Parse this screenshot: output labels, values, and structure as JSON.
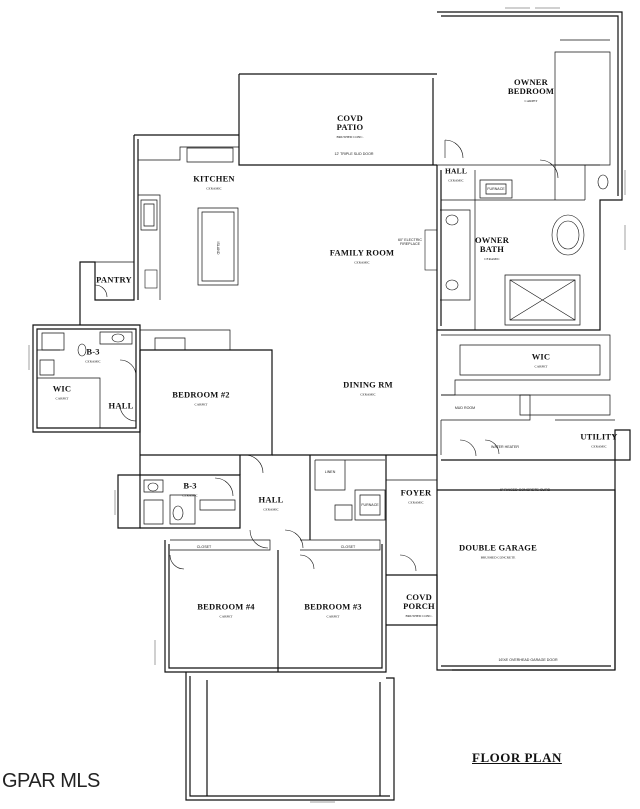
{
  "plan_title": "FLOOR PLAN",
  "watermark": "GPAR MLS",
  "rooms": {
    "owner_bedroom": {
      "name": "OWNER\nBEDROOM",
      "sub": "CARPET"
    },
    "covd_patio": {
      "name": "COVD\nPATIO",
      "sub": "BRUSHED CONC."
    },
    "kitchen": {
      "name": "KITCHEN",
      "sub": "CERAMIC"
    },
    "hall_owner": {
      "name": "HALL",
      "sub": "CERAMIC"
    },
    "owner_bath": {
      "name": "OWNER\nBATH",
      "sub": "CERAMIC"
    },
    "family_room": {
      "name": "FAMILY ROOM",
      "sub": "CERAMIC"
    },
    "pantry": {
      "name": "PANTRY",
      "sub": ""
    },
    "b3_upper": {
      "name": "B-3",
      "sub": "CERAMIC"
    },
    "wic_left": {
      "name": "WIC",
      "sub": "CARPET"
    },
    "hall_left": {
      "name": "HALL",
      "sub": ""
    },
    "bedroom2": {
      "name": "BEDROOM #2",
      "sub": "CARPET"
    },
    "wic_right": {
      "name": "WIC",
      "sub": "CARPET"
    },
    "dining_rm": {
      "name": "DINING RM",
      "sub": "CERAMIC"
    },
    "utility": {
      "name": "UTILITY",
      "sub": "CERAMIC"
    },
    "b3_lower": {
      "name": "B-3",
      "sub": "CERAMIC"
    },
    "hall_center": {
      "name": "HALL",
      "sub": "CERAMIC"
    },
    "foyer": {
      "name": "FOYER",
      "sub": "CERAMIC"
    },
    "double_garage": {
      "name": "DOUBLE GARAGE",
      "sub": "BRUSHED CONCRETE"
    },
    "bedroom4": {
      "name": "BEDROOM #4",
      "sub": "CARPET"
    },
    "bedroom3": {
      "name": "BEDROOM #3",
      "sub": "CARPET"
    },
    "covd_porch": {
      "name": "COVD\nPORCH",
      "sub": "BRUSHED CONC."
    }
  },
  "notes": {
    "sliding_door": "12' TRIPLE SLID DOOR",
    "fireplace": "60\" ELECTRIC FIREPLACE",
    "island": "ISLAND",
    "furnace_top": "FURNACE",
    "furnace_mid": "FURNACE",
    "linen": "LINEN",
    "closet_l": "CLOSET",
    "closet_r": "CLOSET",
    "shelf_garage": "6\" RAISED CONCRETE CURB",
    "garage_door": "16'X8' OVERHEAD GARAGE DOOR",
    "mud_room": "MUD ROOM",
    "water_heater": "WATER HEATER"
  },
  "colors": {
    "line": "#111111",
    "background": "#ffffff"
  }
}
